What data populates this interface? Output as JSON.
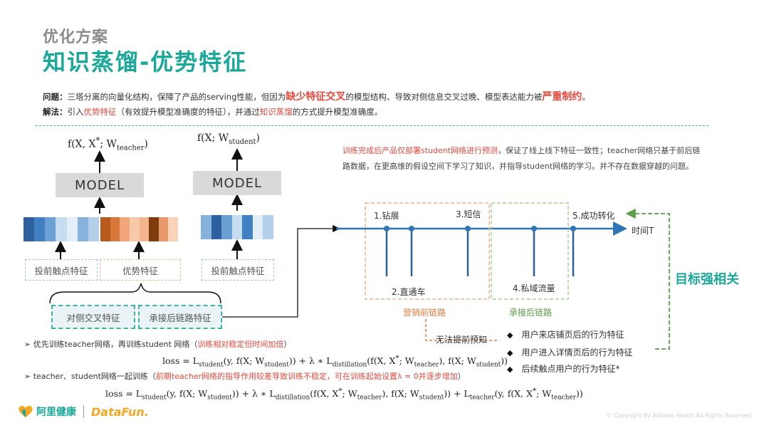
{
  "header": {
    "subtitle": "优化方案",
    "title": "知识蒸馏-优势特征"
  },
  "problem": {
    "label": "问题：",
    "text1": "三塔分离的向量化结构，保障了产品的serving性能，但因为",
    "highlight1": "缺少特征交叉",
    "text2": "的模型结构、导致对侧信息交叉过晚、模型表达能力被",
    "highlight2": "严重制约",
    "text3": "。"
  },
  "solution": {
    "label": "解法：",
    "text1": "引入",
    "highlight1": "优势特征",
    "text2": "（有效提升模型准确度的特征），并通过",
    "highlight2": "知识蒸馏",
    "text3": "的方式提升模型准确度。"
  },
  "models": {
    "teacher_output_pre": "f(X, X",
    "teacher_output_sup": "*",
    "teacher_output_mid": "; W",
    "teacher_output_sub": "teacher",
    "teacher_output_post": ")",
    "student_output_pre": "f(X; W",
    "student_output_sub": "student",
    "student_output_post": ")",
    "teacher_label": "MODEL",
    "student_label": "MODEL"
  },
  "features": {
    "teacher_left": "投前触点特征",
    "teacher_right": "优势特征",
    "student": "投前触点特征",
    "cross": "对侧交叉特征",
    "post_chain": "承接后链路特征"
  },
  "colors": {
    "teal": "#1aa89a",
    "red": "#e8483c",
    "orange_dash": "#f2b48c",
    "green_dash": "#a9d18e",
    "timeline": "#2e75b6",
    "blue_bar": [
      "#2e5f9e",
      "#3f7fc2",
      "#6aa0d4",
      "#c6dcef",
      "#e4eef8",
      "#86b3dd",
      "#b3cfea"
    ],
    "orange_bar": [
      "#b85a1b",
      "#d9773a",
      "#f0a57a",
      "#f7c9a8",
      "#f4b48d",
      "#7f3a0e",
      "#e89869",
      "#f8d3b9"
    ]
  },
  "description": {
    "highlight": "训练完成后产品仅部署student网络进行预测",
    "text": "，保证了线上线下特征一致性；teacher网络只基于前后链路数据，在更高维的假设空间下学习了知识，并指导student网络的学习。并不存在数据穿越的问题。"
  },
  "timeline": {
    "time_label": "时间T",
    "stage1": "1.钻展",
    "stage2": "2.直通车",
    "stage3": "3.短信",
    "stage4": "4.私域流量",
    "stage5": "5.成功转化",
    "pre_chain": "营销前链路",
    "post_chain": "承接后链路",
    "no_predict": "无法提前预知",
    "target": "目标强相关"
  },
  "behaviors": [
    "用户来店铺页后的行为特征",
    "用户进入详情页后的行为特征",
    "后续触点用户的行为特征*"
  ],
  "training": {
    "bullet1_pre": "优先训练teacher网络，再训练student 网络（",
    "bullet1_note": "训练相对稳定但时间加倍",
    "bullet1_post": "）",
    "bullet2_pre": "teacher、student网络一起训练（",
    "bullet2_note": "前期teacher网络的指导作用较差导致训练不稳定，可在训练起始设置λ = 0并逐步增加",
    "bullet2_post": "）"
  },
  "footer": {
    "brand1": "阿里健康",
    "brand2": "DataFun.",
    "copyright": "© Copyright By Alibaba Health All Rights Reserved"
  }
}
